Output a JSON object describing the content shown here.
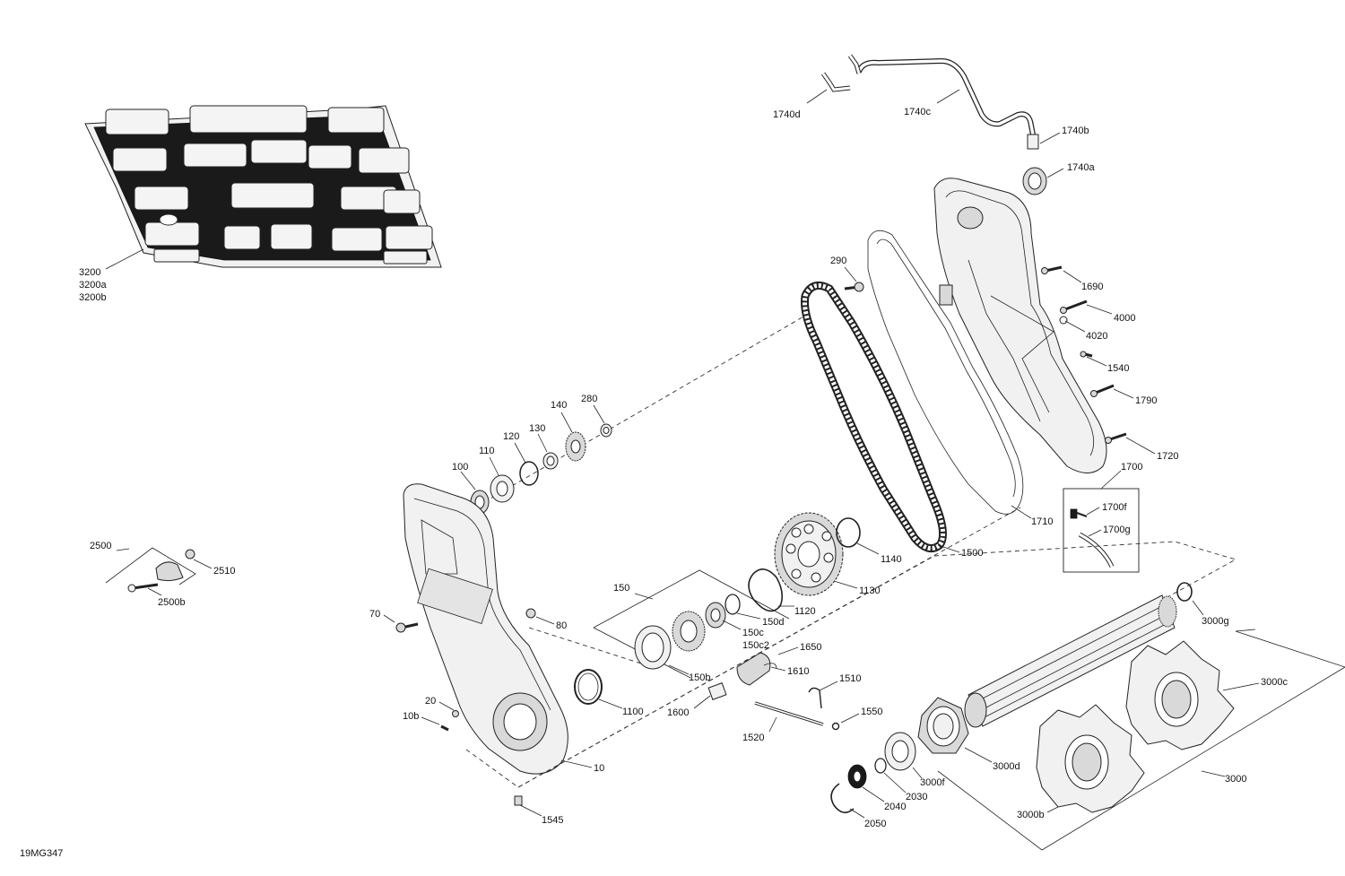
{
  "diagram": {
    "id": "19MG347",
    "callouts": {
      "c3200": "3200",
      "c3200a": "3200a",
      "c3200b": "3200b",
      "c1740d": "1740d",
      "c1740c": "1740c",
      "c1740b": "1740b",
      "c1740a": "1740a",
      "c290": "290",
      "c1690": "1690",
      "c4000": "4000",
      "c4020": "4020",
      "c1540": "1540",
      "c1790": "1790",
      "c1720": "1720",
      "c1700": "1700",
      "c1700f": "1700f",
      "c1700g": "1700g",
      "c1710": "1710",
      "c1500": "1500",
      "c280": "280",
      "c140": "140",
      "c130": "130",
      "c120": "120",
      "c110": "110",
      "c100": "100",
      "c2500": "2500",
      "c2510": "2510",
      "c2500b": "2500b",
      "c150": "150",
      "c150d": "150d",
      "c150c": "150c",
      "c150c2": "150c2",
      "c150b": "150b",
      "c1120": "1120",
      "c1130": "1130",
      "c1140": "1140",
      "c70": "70",
      "c80": "80",
      "c1650": "1650",
      "c1610": "1610",
      "c1510": "1510",
      "c1600": "1600",
      "c1550": "1550",
      "c1520": "1520",
      "c1100": "1100",
      "c20": "20",
      "c10b": "10b",
      "c10": "10",
      "c1545": "1545",
      "c3000g": "3000g",
      "c3000c": "3000c",
      "c3000d": "3000d",
      "c3000f": "3000f",
      "c3000": "3000",
      "c3000b": "3000b",
      "c2030": "2030",
      "c2040": "2040",
      "c2050": "2050"
    }
  }
}
